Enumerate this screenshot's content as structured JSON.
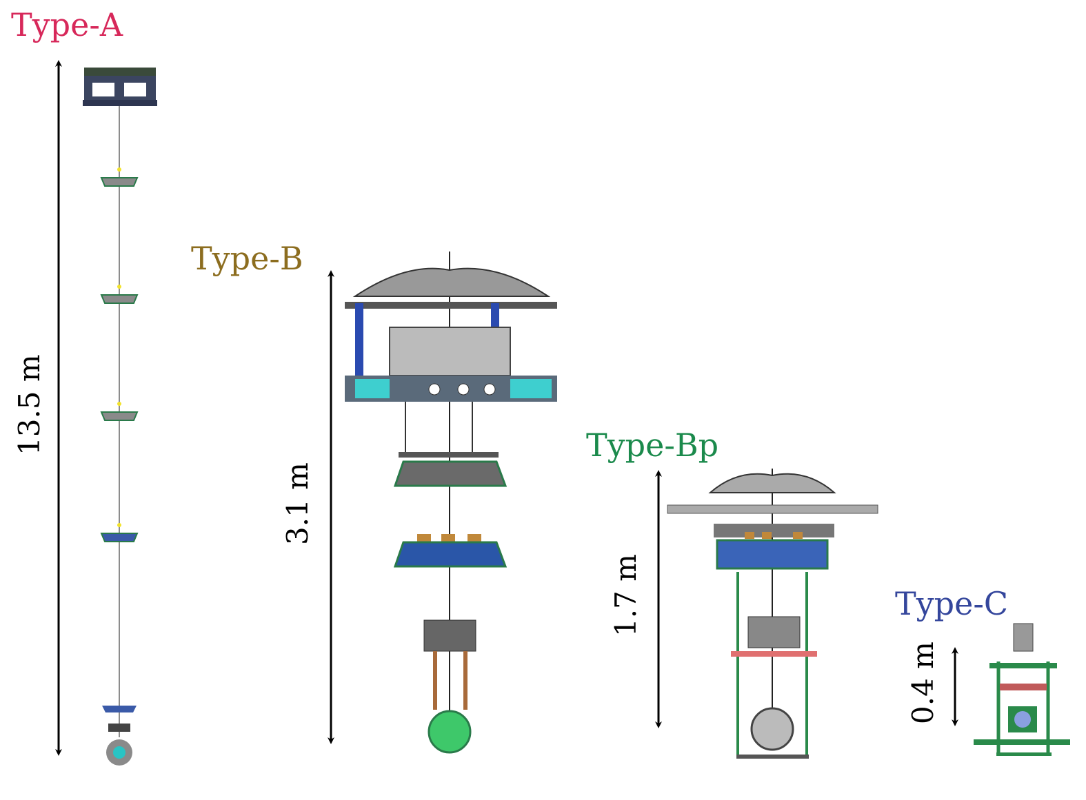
{
  "suspensions": [
    {
      "name": "Type-A",
      "height_label": "13.5 m",
      "color": "#d7285a"
    },
    {
      "name": "Type-B",
      "height_label": "3.1 m",
      "color": "#8c6d1f"
    },
    {
      "name": "Type-Bp",
      "height_label": "1.7 m",
      "color": "#1b8a4c"
    },
    {
      "name": "Type-C",
      "height_label": "0.4 m",
      "color": "#34469c"
    }
  ]
}
